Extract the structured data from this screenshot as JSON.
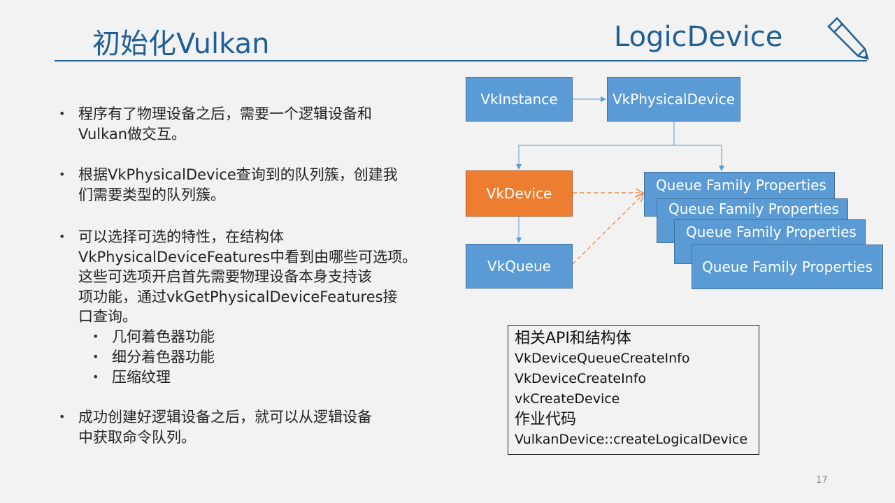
{
  "title": "初始化Vulkan",
  "subtitle": "LogicDevice",
  "bullets": [
    {
      "lines": [
        "程序有了物理设备之后，需要一个逻辑设备和",
        "Vulkan做交互。"
      ]
    },
    {
      "lines": [
        "根据VkPhysicalDevice查询到的队列簇，创建我",
        "们需要类型的队列簇。"
      ]
    },
    {
      "lines": [
        "可以选择可选的特性，在结构体",
        "VkPhysicalDeviceFeatures中看到由哪些可选项。",
        "这些可选项开启首先需要物理设备本身支持该",
        "项功能，通过vkGetPhysicalDeviceFeatures接",
        "口查询。"
      ],
      "sub": [
        "几何着色器功能",
        "细分着色器功能",
        "压缩纹理"
      ]
    },
    {
      "lines": [
        "成功创建好逻辑设备之后，就可以从逻辑设备",
        "中获取命令队列。"
      ]
    }
  ],
  "diagram": {
    "instance": "VkInstance",
    "physical": "VkPhysicalDevice",
    "device": "VkDevice",
    "queue": "VkQueue",
    "qfp": [
      "Queue Family Properties",
      "Queue Family Properties",
      "Queue Family Properties",
      "Queue Family Properties"
    ],
    "colors": {
      "box": "#5b9bd5",
      "highlight": "#ed7d31"
    }
  },
  "api": {
    "heading1": "相关API和结构体",
    "items": [
      "VkDeviceQueueCreateInfo",
      "VkDeviceCreateInfo",
      "vkCreateDevice"
    ],
    "heading2": "作业代码",
    "code": "VulkanDevice::createLogicalDevice"
  },
  "page_number": "17",
  "icons": [
    "pencil-icon"
  ]
}
